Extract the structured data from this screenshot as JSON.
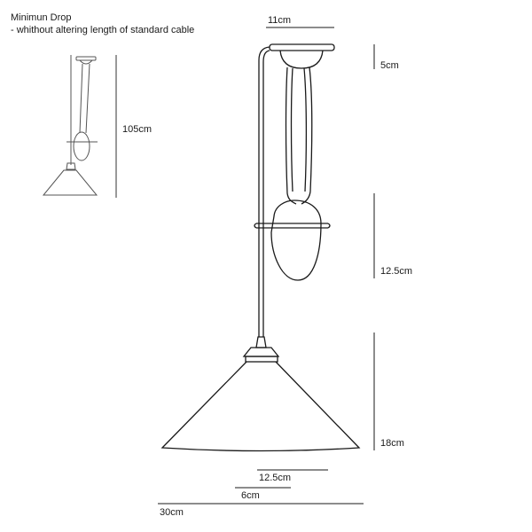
{
  "header": {
    "title": "Minimun Drop",
    "subtitle": "- whithout altering length of standard cable"
  },
  "dimensions": {
    "canopy_width": "11cm",
    "canopy_height": "5cm",
    "counterweight_height": "12.5cm",
    "shade_height": "18cm",
    "shade_top_width": "12.5cm",
    "holder_width": "6cm",
    "shade_bottom_width": "30cm",
    "minimum_drop": "105cm"
  },
  "colors": {
    "line": "#1a1a1a",
    "thumbnail_line": "#555555"
  }
}
